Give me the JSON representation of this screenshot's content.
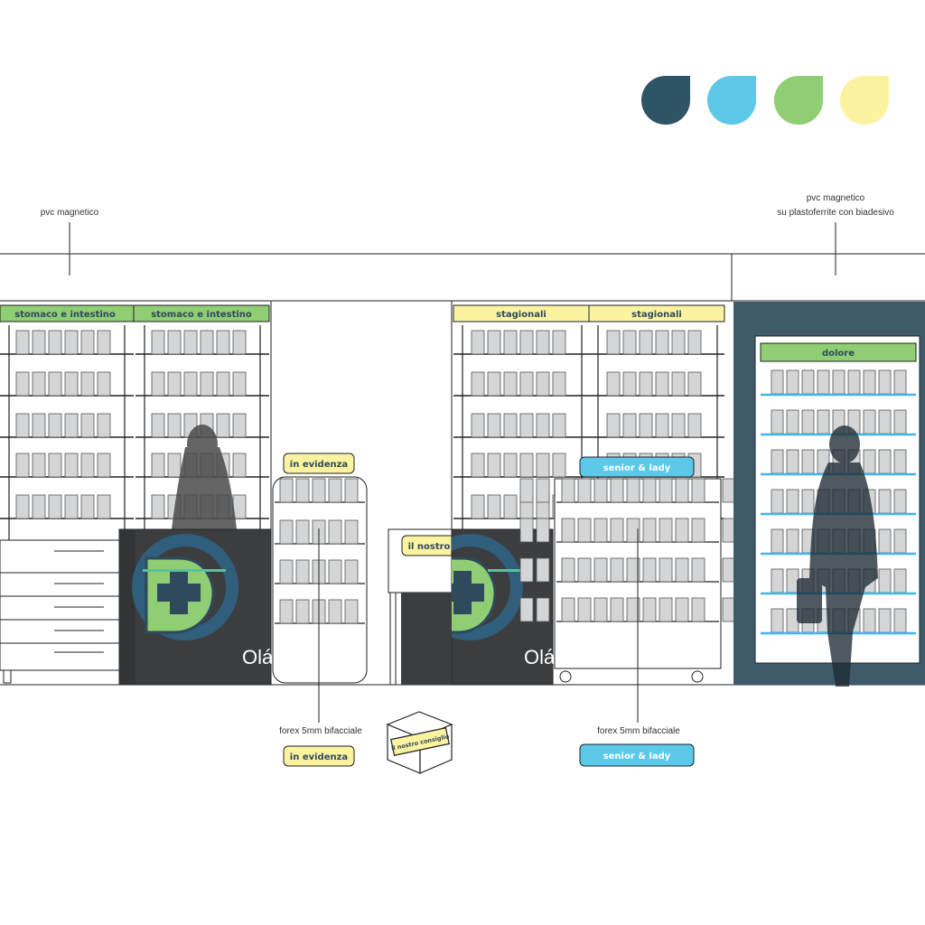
{
  "palette": {
    "title": "",
    "swatches": [
      {
        "name": "dark-teal",
        "color": "#2f5466"
      },
      {
        "name": "sky-blue",
        "color": "#5cc8ea"
      },
      {
        "name": "green",
        "color": "#8fce72"
      },
      {
        "name": "pale-yellow",
        "color": "#fbf3a0"
      }
    ]
  },
  "colors": {
    "line": "#222222",
    "product": "#d4d5d6",
    "counter": "#3c3d3f",
    "wall_panel": "#3f5a6b",
    "silhouette": "#4a4a4a",
    "glass_shelf": "#3fb7e6"
  },
  "annotations": {
    "top_left": "pvc magnetico",
    "top_right_line1": "pvc magnetico",
    "top_right_line2": "su plastoferrite con biadesivo",
    "bottom_left": "forex 5mm bifacciale",
    "bottom_right": "forex 5mm bifacciale"
  },
  "shelf_headers": {
    "left_1": "stomaco e intestino",
    "left_2": "stomaco e intestino",
    "mid_1": "stagionali",
    "mid_2": "stagionali",
    "wall": "dolore"
  },
  "signs": {
    "in_evidenza": "in evidenza",
    "senior_lady": "senior & lady",
    "il_nostro": "il nostro",
    "cube": "il nostro consiglio",
    "legend_in_evidenza": "in evidenza",
    "legend_senior_lady": "senior & lady"
  },
  "counter": {
    "brand_fragment": "Olá"
  }
}
